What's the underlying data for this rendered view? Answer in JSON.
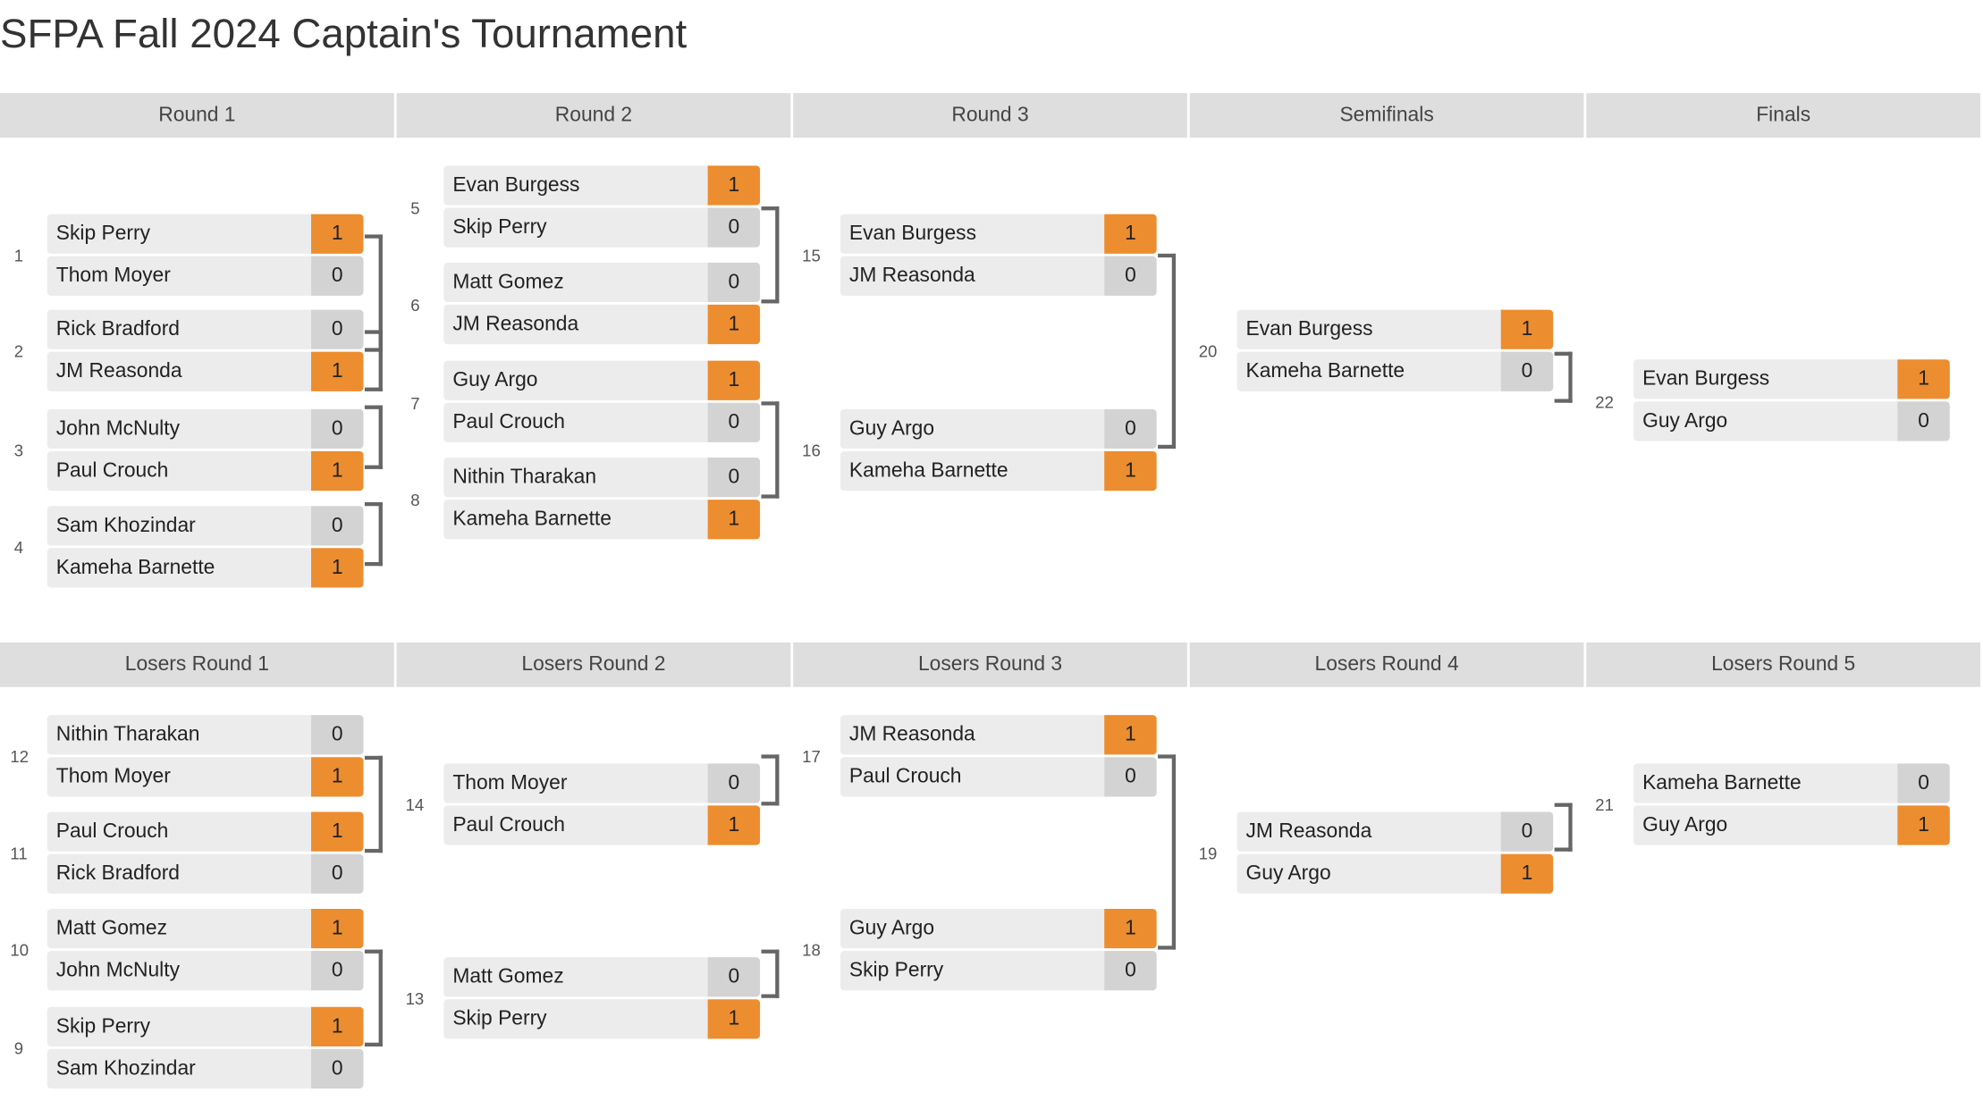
{
  "title": "SFPA Fall 2024 Captain's Tournament",
  "colors": {
    "win": "#ec8d2f",
    "lose": "#d3d3d3",
    "header": "#dedede",
    "name_bg": "#ececec"
  },
  "winners_rounds": [
    "Round 1",
    "Round 2",
    "Round 3",
    "Semifinals",
    "Finals"
  ],
  "losers_rounds": [
    "Losers Round 1",
    "Losers Round 2",
    "Losers Round 3",
    "Losers Round 4",
    "Losers Round 5"
  ],
  "winners_matches": [
    {
      "num": "1",
      "top": {
        "name": "Skip Perry",
        "score": "1"
      },
      "bottom": {
        "name": "Thom Moyer",
        "score": "0"
      }
    },
    {
      "num": "2",
      "top": {
        "name": "Rick Bradford",
        "score": "0"
      },
      "bottom": {
        "name": "JM Reasonda",
        "score": "1"
      }
    },
    {
      "num": "3",
      "top": {
        "name": "John McNulty",
        "score": "0"
      },
      "bottom": {
        "name": "Paul Crouch",
        "score": "1"
      }
    },
    {
      "num": "4",
      "top": {
        "name": "Sam Khozindar",
        "score": "0"
      },
      "bottom": {
        "name": "Kameha Barnette",
        "score": "1"
      }
    },
    {
      "num": "5",
      "top": {
        "name": "Evan Burgess",
        "score": "1"
      },
      "bottom": {
        "name": "Skip Perry",
        "score": "0"
      }
    },
    {
      "num": "6",
      "top": {
        "name": "Matt Gomez",
        "score": "0"
      },
      "bottom": {
        "name": "JM Reasonda",
        "score": "1"
      }
    },
    {
      "num": "7",
      "top": {
        "name": "Guy Argo",
        "score": "1"
      },
      "bottom": {
        "name": "Paul Crouch",
        "score": "0"
      }
    },
    {
      "num": "8",
      "top": {
        "name": "Nithin Tharakan",
        "score": "0"
      },
      "bottom": {
        "name": "Kameha Barnette",
        "score": "1"
      }
    },
    {
      "num": "15",
      "top": {
        "name": "Evan Burgess",
        "score": "1"
      },
      "bottom": {
        "name": "JM Reasonda",
        "score": "0"
      }
    },
    {
      "num": "16",
      "top": {
        "name": "Guy Argo",
        "score": "0"
      },
      "bottom": {
        "name": "Kameha Barnette",
        "score": "1"
      }
    },
    {
      "num": "20",
      "top": {
        "name": "Evan Burgess",
        "score": "1"
      },
      "bottom": {
        "name": "Kameha Barnette",
        "score": "0"
      }
    },
    {
      "num": "22",
      "top": {
        "name": "Evan Burgess",
        "score": "1"
      },
      "bottom": {
        "name": "Guy Argo",
        "score": "0"
      }
    }
  ],
  "losers_matches": [
    {
      "num": "12",
      "top": {
        "name": "Nithin Tharakan",
        "score": "0"
      },
      "bottom": {
        "name": "Thom Moyer",
        "score": "1"
      }
    },
    {
      "num": "11",
      "top": {
        "name": "Paul Crouch",
        "score": "1"
      },
      "bottom": {
        "name": "Rick Bradford",
        "score": "0"
      }
    },
    {
      "num": "10",
      "top": {
        "name": "Matt Gomez",
        "score": "1"
      },
      "bottom": {
        "name": "John McNulty",
        "score": "0"
      }
    },
    {
      "num": "9",
      "top": {
        "name": "Skip Perry",
        "score": "1"
      },
      "bottom": {
        "name": "Sam Khozindar",
        "score": "0"
      }
    },
    {
      "num": "14",
      "top": {
        "name": "Thom Moyer",
        "score": "0"
      },
      "bottom": {
        "name": "Paul Crouch",
        "score": "1"
      }
    },
    {
      "num": "13",
      "top": {
        "name": "Matt Gomez",
        "score": "0"
      },
      "bottom": {
        "name": "Skip Perry",
        "score": "1"
      }
    },
    {
      "num": "17",
      "top": {
        "name": "JM Reasonda",
        "score": "1"
      },
      "bottom": {
        "name": "Paul Crouch",
        "score": "0"
      }
    },
    {
      "num": "18",
      "top": {
        "name": "Guy Argo",
        "score": "1"
      },
      "bottom": {
        "name": "Skip Perry",
        "score": "0"
      }
    },
    {
      "num": "19",
      "top": {
        "name": "JM Reasonda",
        "score": "0"
      },
      "bottom": {
        "name": "Guy Argo",
        "score": "1"
      }
    },
    {
      "num": "21",
      "top": {
        "name": "Kameha Barnette",
        "score": "0"
      },
      "bottom": {
        "name": "Guy Argo",
        "score": "1"
      }
    }
  ]
}
